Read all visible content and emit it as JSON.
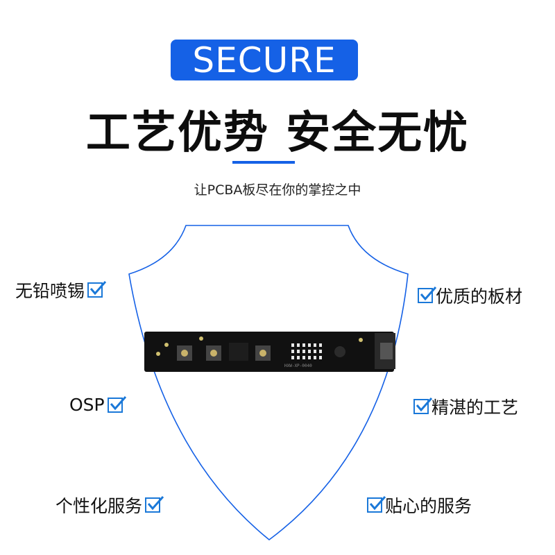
{
  "badge": {
    "text": "SECURE"
  },
  "headline": "工艺优势 安全无忧",
  "subtitle": "让PCBA板尽在你的掌控之中",
  "colors": {
    "accent": "#1561e6",
    "check": "#1a78d8",
    "pcb": "#111111"
  },
  "features_left": [
    {
      "label": "无铅喷锡",
      "icon": "checkbox-icon"
    },
    {
      "label": "OSP",
      "icon": "checkbox-icon"
    },
    {
      "label": "个性化服务",
      "icon": "checkbox-icon"
    }
  ],
  "features_right": [
    {
      "label": "优质的板材",
      "icon": "checkbox-icon"
    },
    {
      "label": "精湛的工艺",
      "icon": "checkbox-icon"
    },
    {
      "label": "贴心的服务",
      "icon": "checkbox-icon"
    }
  ],
  "pcb": {
    "silkscreen": "HXW-XP-0040"
  }
}
